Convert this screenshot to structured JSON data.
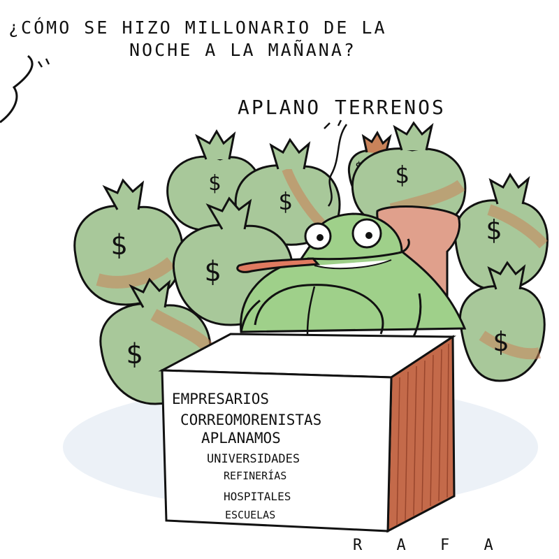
{
  "question": {
    "line1": "¿CÓMO SE HIZO MILLONARIO DE LA",
    "line2": "NOCHE A LA MAÑANA?"
  },
  "answer": "APLANO TERRENOS",
  "desk": {
    "lines": [
      "EMPRESARIOS",
      "CORREOMORENISTAS",
      "APLANAMOS",
      "UNIVERSIDADES",
      "REFINERÍAS",
      "HOSPITALES",
      "ESCUELAS"
    ]
  },
  "signature": "R A F A",
  "bag_symbol": "$",
  "colors": {
    "bag_green": "#a8c89a",
    "bag_rust": "#c9835a",
    "frog_green": "#9fd08a",
    "desk_side": "#c46a4a",
    "chair": "#e0a08c",
    "tongue": "#e07a60",
    "ink": "#111111"
  }
}
